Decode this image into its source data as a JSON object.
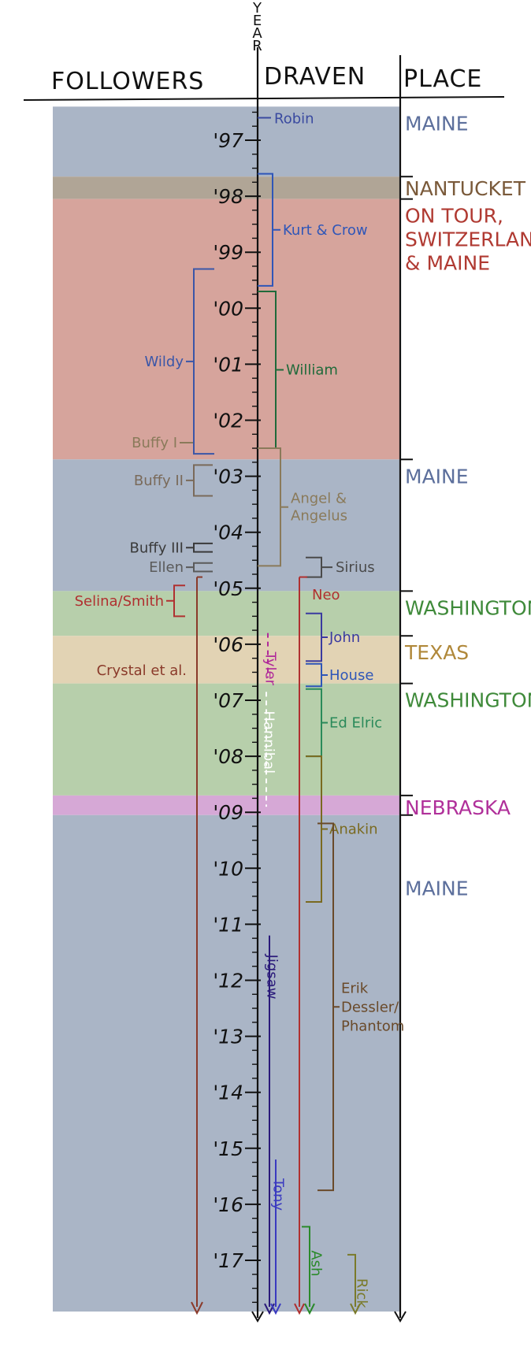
{
  "header": {
    "year_axis_label": "YEAR",
    "followers_title": "FOLLOWERS",
    "draven_title": "DRAVEN",
    "place_title": "PLACE"
  },
  "chart_data": {
    "type": "timeline",
    "year_ticks": [
      "'97",
      "'98",
      "'99",
      "'00",
      "'01",
      "'02",
      "'03",
      "'04",
      "'05",
      "'06",
      "'07",
      "'08",
      "'09",
      "'10",
      "'11",
      "'12",
      "'13",
      "'14",
      "'15",
      "'16",
      "'17"
    ],
    "places": [
      {
        "name": "MAINE",
        "start": 1996.4,
        "end": 1997.65,
        "color": "#aab5c6",
        "text_color": "#5c6f9c",
        "lines": [
          "MAINE"
        ]
      },
      {
        "name": "NANTUCKET",
        "start": 1997.65,
        "end": 1998.05,
        "color": "#b0a596",
        "text_color": "#7a5a3a",
        "lines": [
          "NANTUCKET"
        ]
      },
      {
        "name": "ON TOUR, SWITZERLAND & MAINE",
        "start": 1998.05,
        "end": 2002.7,
        "color": "#d6a49c",
        "text_color": "#b03a32",
        "lines": [
          "ON TOUR,",
          "SWITZERLAND",
          "& MAINE"
        ]
      },
      {
        "name": "MAINE",
        "start": 2002.7,
        "end": 2005.05,
        "color": "#aab5c6",
        "text_color": "#5c6f9c",
        "lines": [
          "MAINE"
        ]
      },
      {
        "name": "WASHINGTON",
        "start": 2005.05,
        "end": 2005.85,
        "color": "#b7cfab",
        "text_color": "#3f8a3a",
        "lines": [
          "WASHINGTON"
        ]
      },
      {
        "name": "TEXAS",
        "start": 2005.85,
        "end": 2006.7,
        "color": "#e2d3b4",
        "text_color": "#b0883a",
        "lines": [
          "TEXAS"
        ]
      },
      {
        "name": "WASHINGTON",
        "start": 2006.7,
        "end": 2008.7,
        "color": "#b7cfab",
        "text_color": "#3f8a3a",
        "lines": [
          "WASHINGTON"
        ]
      },
      {
        "name": "NEBRASKA",
        "start": 2008.7,
        "end": 2009.05,
        "color": "#d6a8d6",
        "text_color": "#b0309a",
        "lines": [
          "NEBRASKA"
        ]
      },
      {
        "name": "MAINE",
        "start": 2009.05,
        "end": 2018.0,
        "color": "#aab5c6",
        "text_color": "#5c6f9c",
        "lines": [
          "MAINE"
        ]
      }
    ],
    "draven_series": [
      {
        "name": "Robin",
        "start": 1996.6,
        "end": 1996.6,
        "color": "#3a4aa0",
        "col": 0
      },
      {
        "name": "Kurt & Crow",
        "start": 1997.6,
        "end": 1999.6,
        "color": "#2f56b8",
        "col": 1
      },
      {
        "name": "William",
        "start": 1999.7,
        "end": 2002.5,
        "color": "#1f6a3a",
        "col": 1
      },
      {
        "name": "Angel & Angelus",
        "start": 2002.5,
        "end": 2004.6,
        "color": "#8a7a5a",
        "col": 1
      },
      {
        "name": "Sirius",
        "start": 2004.45,
        "end": 2004.8,
        "color": "#4a4a4a",
        "col": 3
      },
      {
        "name": "Neo",
        "start": 2004.8,
        "end": 2018.0,
        "color": "#b03030",
        "col": 2
      },
      {
        "name": "John",
        "start": 2005.45,
        "end": 2006.3,
        "color": "#3a3aa0",
        "col": 3
      },
      {
        "name": "Tyler",
        "start": 2005.8,
        "end": 2006.6,
        "color": "#b02a9a",
        "col": 0
      },
      {
        "name": "House",
        "start": 2006.35,
        "end": 2006.75,
        "color": "#2f56b8",
        "col": 3
      },
      {
        "name": "Hannibal",
        "start": 2006.85,
        "end": 2008.9,
        "color": "#ffffff",
        "col": 1
      },
      {
        "name": "Ed Elric",
        "start": 2006.8,
        "end": 2008.0,
        "color": "#2a8a5a",
        "col": 3
      },
      {
        "name": "Anakin",
        "start": 2008.0,
        "end": 2010.6,
        "color": "#7a6a20",
        "col": 3
      },
      {
        "name": "Erik Dessler/ Phantom",
        "start": 2009.2,
        "end": 2015.75,
        "color": "#6a4a2a",
        "col": 4
      },
      {
        "name": "Jigsaw",
        "start": 2011.2,
        "end": 2018.0,
        "color": "#2a1a7a",
        "col": 0
      },
      {
        "name": "Tony",
        "start": 2015.2,
        "end": 2018.0,
        "color": "#3a3ac0",
        "col": 1
      },
      {
        "name": "Ash",
        "start": 2016.4,
        "end": 2018.0,
        "color": "#2a8a2a",
        "col": 3
      },
      {
        "name": "Rick",
        "start": 2016.9,
        "end": 2018.0,
        "color": "#7a7a2a",
        "col": 4
      }
    ],
    "followers": [
      {
        "name": "Wildy",
        "start": 1999.3,
        "end": 2002.6,
        "color": "#3a56a8",
        "kind": "bracket"
      },
      {
        "name": "Buffy I",
        "start": 2002.4,
        "end": 2002.4,
        "color": "#8a7a5a",
        "kind": "dash"
      },
      {
        "name": "Buffy II",
        "start": 2002.8,
        "end": 2003.35,
        "color": "#7a6a5a",
        "kind": "bracket"
      },
      {
        "name": "Buffy III",
        "start": 2004.2,
        "end": 2004.35,
        "color": "#3a3a3a",
        "kind": "bracket"
      },
      {
        "name": "Ellen",
        "start": 2004.55,
        "end": 2004.7,
        "color": "#5a5a5a",
        "kind": "bracket"
      },
      {
        "name": "Selina/Smith",
        "start": 2004.95,
        "end": 2005.5,
        "color": "#b03030",
        "kind": "bracket"
      },
      {
        "name": "Crystal et al.",
        "start": 2004.8,
        "end": 2018.0,
        "color": "#8a3a2a",
        "kind": "arrow"
      }
    ]
  }
}
